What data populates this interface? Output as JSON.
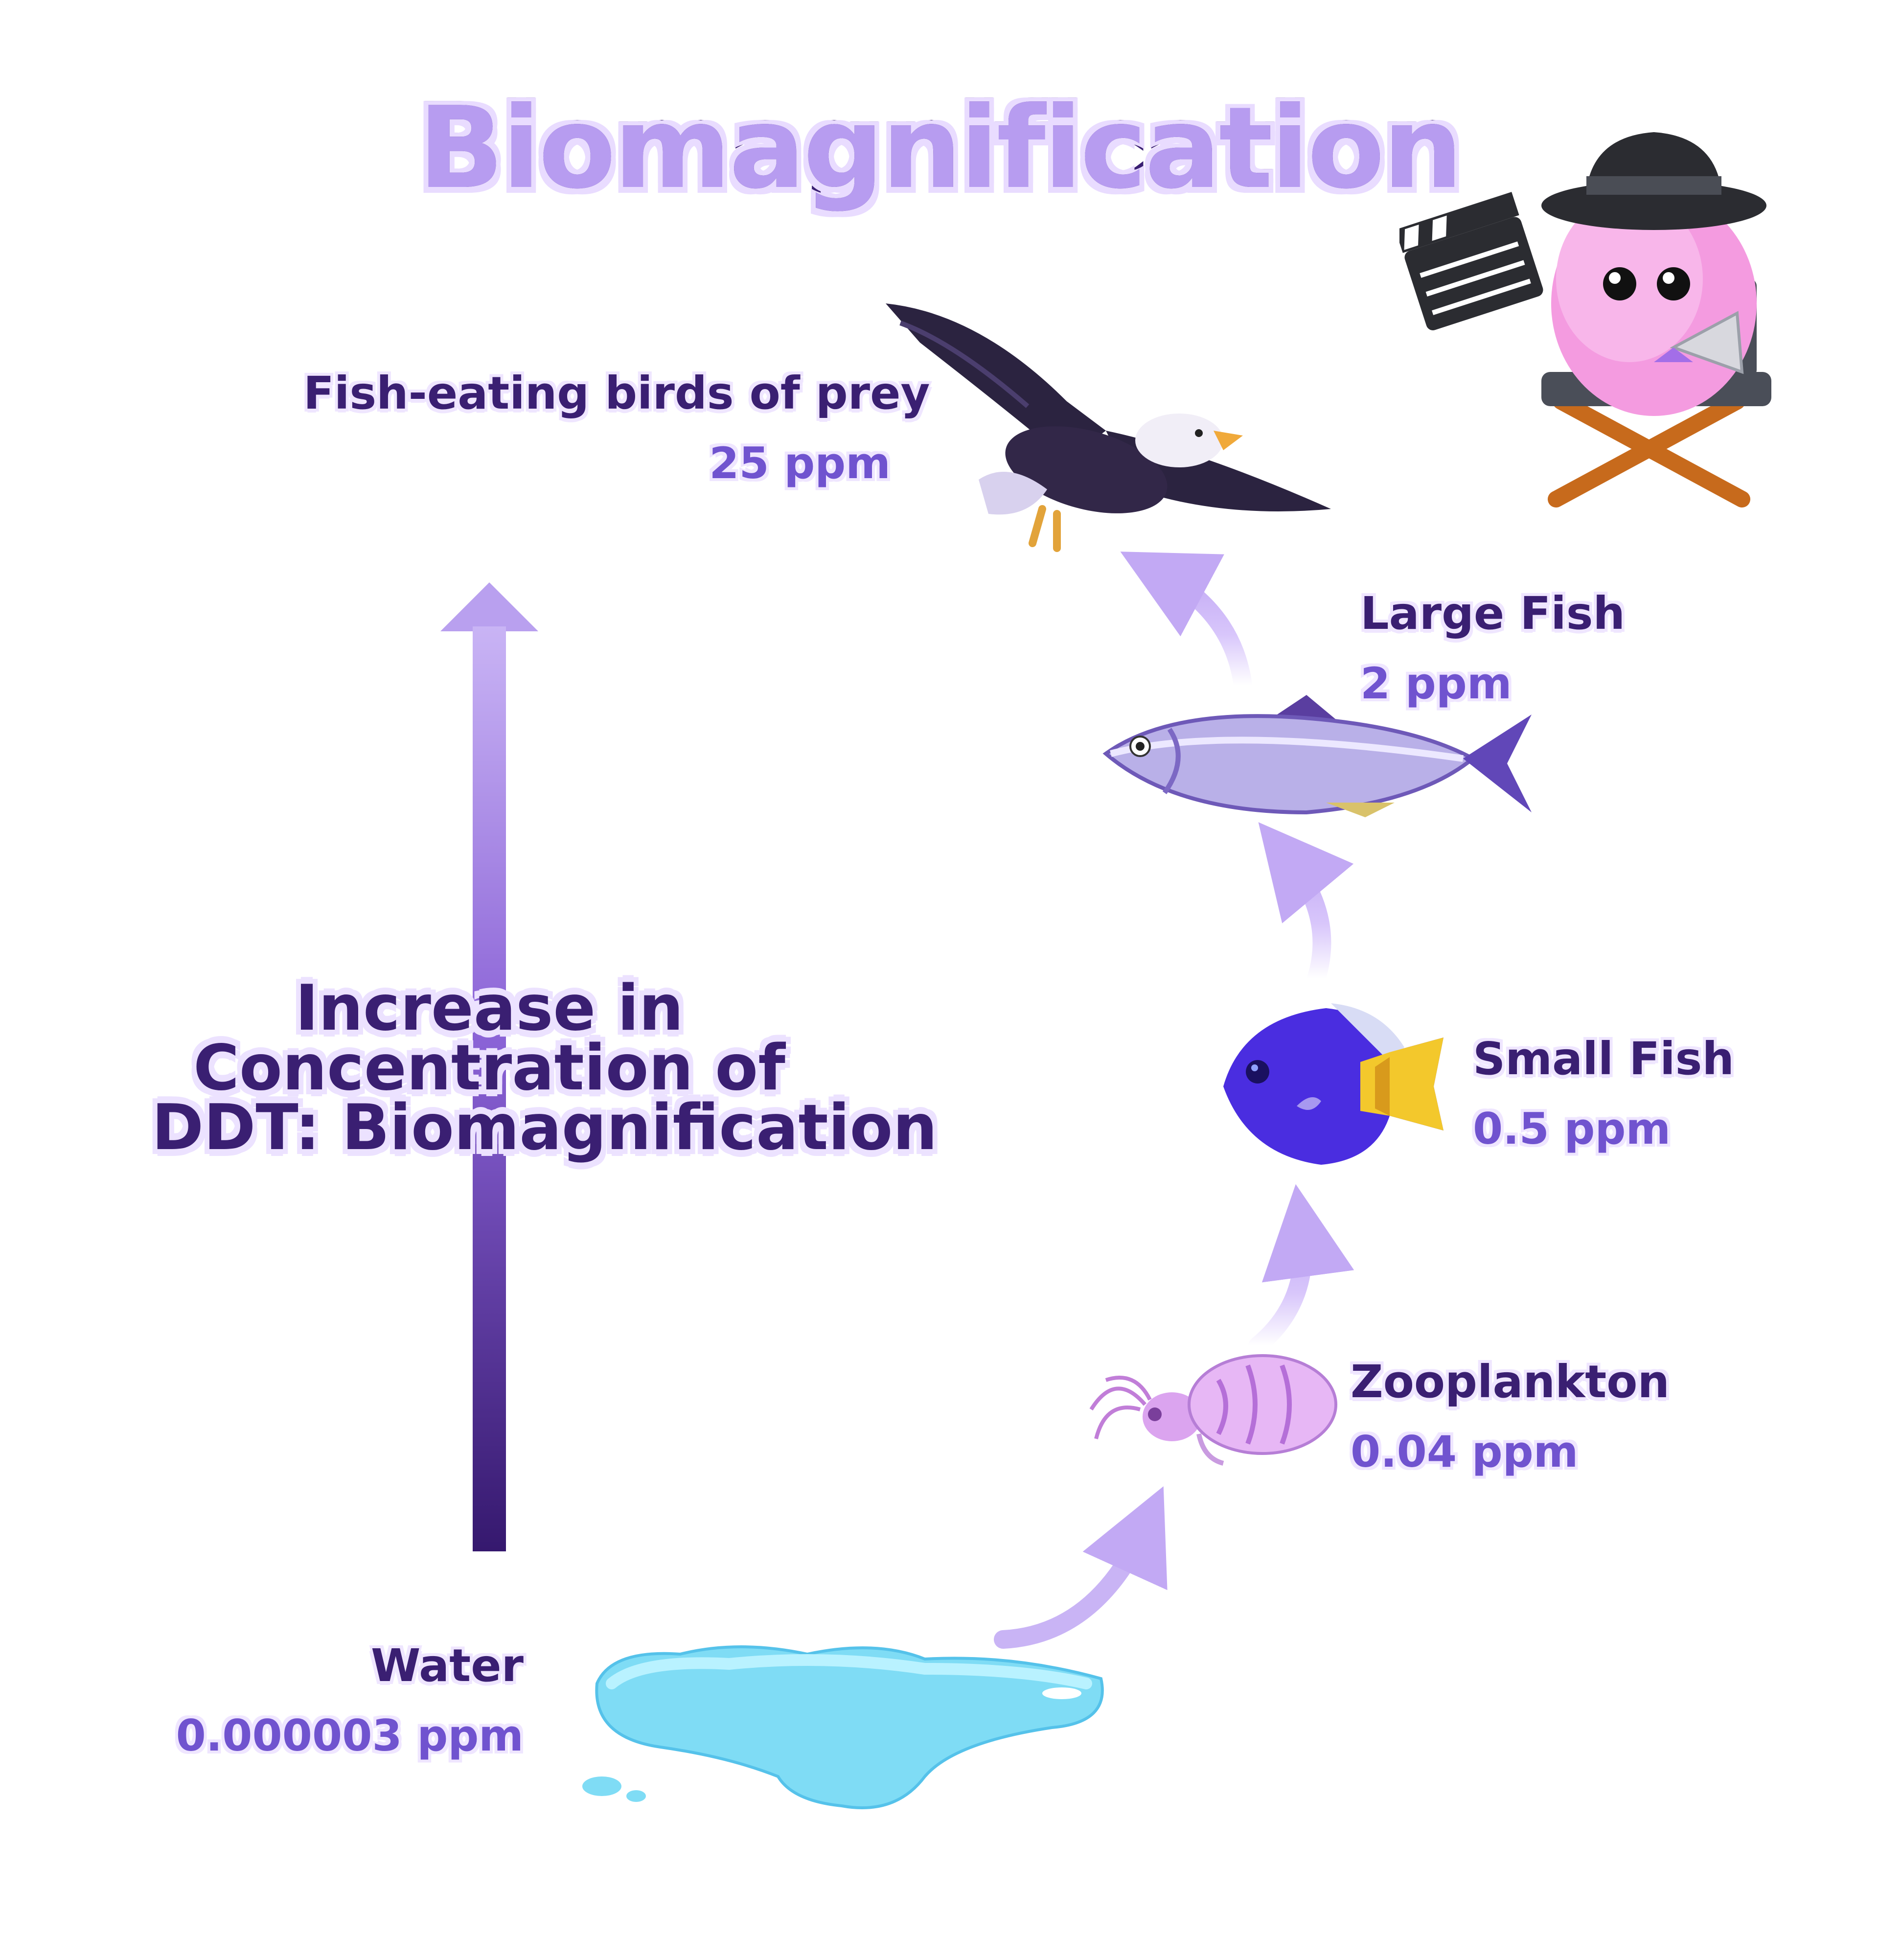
{
  "title": "Biomagnification",
  "axis": {
    "lines": [
      "Increase in",
      "Concentration of",
      "DDT: Biomagnification"
    ]
  },
  "levels": {
    "bird": {
      "name": "Fish-eating birds of prey",
      "value": "25 ppm",
      "icon": "eagle-icon"
    },
    "large_fish": {
      "name": "Large Fish",
      "value": "2 ppm",
      "icon": "large-fish-icon"
    },
    "small_fish": {
      "name": "Small Fish",
      "value": "0.5 ppm",
      "icon": "small-fish-icon"
    },
    "zooplankton": {
      "name": "Zooplankton",
      "value": "0.04 ppm",
      "icon": "zooplankton-icon"
    },
    "water": {
      "name": "Water",
      "value": "0.000003 ppm",
      "icon": "water-puddle-icon"
    }
  },
  "colors": {
    "dark_purple": "#3a1f72",
    "value_purple": "#7053cf",
    "light_purple": "#c9b4f5",
    "water_blue": "#7fdcf5"
  }
}
